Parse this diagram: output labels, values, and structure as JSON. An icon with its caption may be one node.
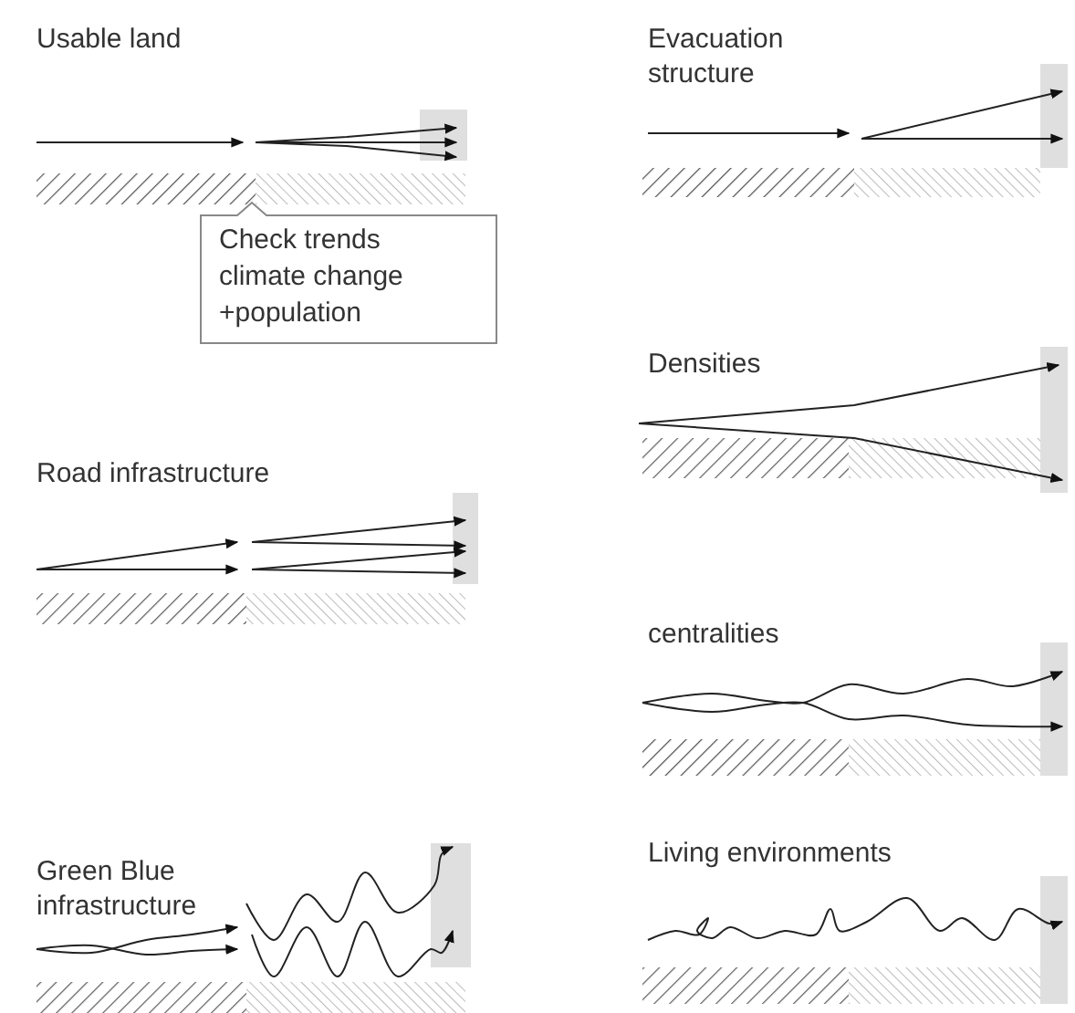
{
  "diagram": {
    "nodes": [
      {
        "text": [
          "Check trends climate change +population"
        ]
      }
    ],
    "labels": [
      "Usable land",
      "Evacuation structure",
      "Densities",
      "Road infrastructure",
      "centralities",
      "Green Blue infrastructure",
      "Living environments"
    ]
  }
}
